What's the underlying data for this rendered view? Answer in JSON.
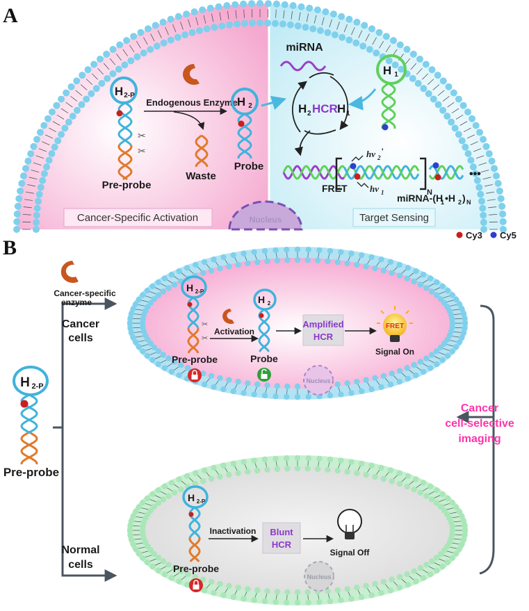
{
  "panel_a": {
    "letter": "A",
    "left_box": "Cancer-Specific Activation",
    "right_box": "Target Sensing",
    "nucleus": "Nucleus",
    "pre_probe_hairpin": "H",
    "pre_probe_hairpin_sub": "2-P",
    "enzyme": "Endogenous Enzyme",
    "waste": "Waste",
    "pre_probe": "Pre-probe",
    "probe": "Probe",
    "probe_hairpin": "H",
    "probe_hairpin_sub": "2",
    "mirna": "miRNA",
    "h1_hairpin": "H",
    "h1_hairpin_sub": "1",
    "hcr": "HCR",
    "cycle_left": "H",
    "cycle_left_sub": "2",
    "cycle_right": "H",
    "cycle_right_sub": "1",
    "fret": "FRET",
    "hv2": "hv",
    "hv2_sub": "2",
    "hv2_prime": "'",
    "hv1": "hv",
    "hv1_sub": "1",
    "bracket_n": "N",
    "ellipsis": "•••",
    "product_prefix": "miRNA-(H",
    "product_sub1": "1",
    "product_mid": "•H",
    "product_sub2": "2",
    "product_close": ")",
    "product_n": "N",
    "legend_cy3": "Cy3",
    "legend_cy5": "Cy5"
  },
  "panel_b": {
    "letter": "B",
    "enzyme_label_1": "Cancer-specific",
    "enzyme_label_2": "enzyme",
    "cancer_cells_1": "Cancer",
    "cancer_cells_2": "cells",
    "normal_cells_1": "Normal",
    "normal_cells_2": "cells",
    "left_pre_probe": "Pre-probe",
    "left_hairpin": "H",
    "left_hairpin_sub": "2-P",
    "cancer_hairpin": "H",
    "cancer_hairpin_sub": "2-P",
    "cancer_pre_probe": "Pre-probe",
    "activation": "Activation",
    "probe_hairpin": "H",
    "probe_hairpin_sub": "2",
    "probe": "Probe",
    "amplified_1": "Amplified",
    "amplified_2": "HCR",
    "fret": "FRET",
    "signal_on": "Signal On",
    "nucleus_cancer": "Nucleus",
    "normal_hairpin": "H",
    "normal_hairpin_sub": "2-P",
    "normal_pre_probe": "Pre-probe",
    "inactivation": "Inactivation",
    "blunt_1": "Blunt",
    "blunt_2": "HCR",
    "signal_off": "Signal Off",
    "nucleus_normal": "Nucleus",
    "result_1": "Cancer",
    "result_2": "cell-selective",
    "result_3": "imaging"
  },
  "colors": {
    "cancer_fill": "#f7b8d8",
    "target_fill": "#c9eef6",
    "normal_fill": "#e3e3e3",
    "lipid_blue": "#7fd0ec",
    "lipid_green": "#b5ebc3",
    "hairpin_blue": "#3fb3dc",
    "strand_orange": "#e07a2c",
    "strand_green": "#5fd05a",
    "mirna_purple": "#9b3fc9",
    "hcr_purple": "#8a38c9",
    "result_magenta": "#ff33aa",
    "cy3_red": "#c8201e",
    "cy5_blue": "#2b3fd0",
    "enzyme_brown": "#c8561e",
    "lock_red": "#d8282a",
    "lock_green": "#2fa03a"
  }
}
